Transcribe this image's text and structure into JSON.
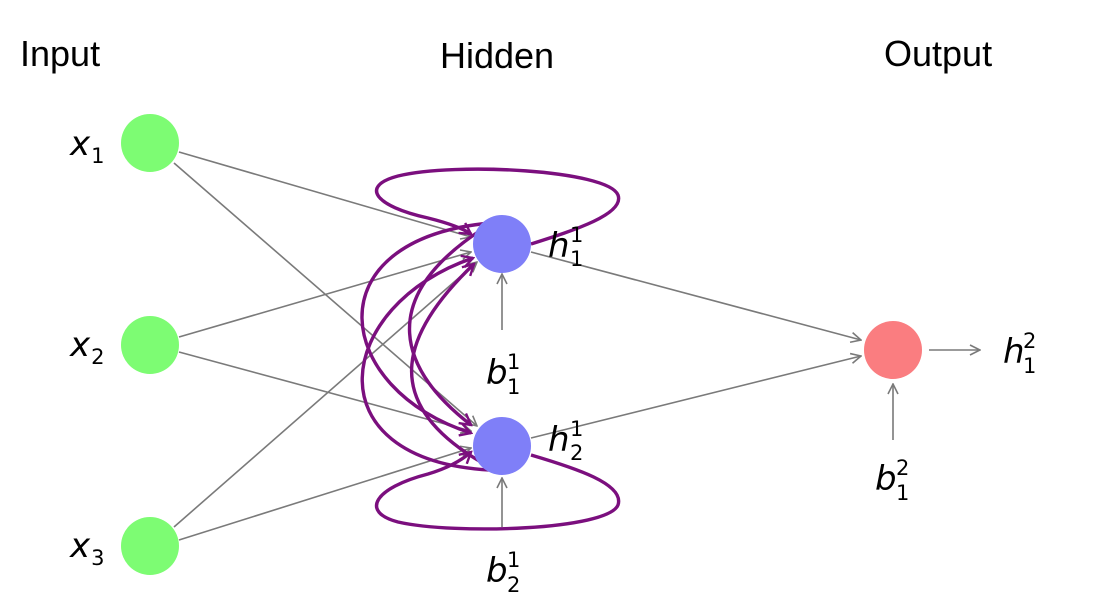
{
  "layers": {
    "input": "Input",
    "hidden": "Hidden",
    "output": "Output"
  },
  "labels": {
    "x1": {
      "base": "x",
      "sub": "1"
    },
    "x2": {
      "base": "x",
      "sub": "2"
    },
    "x3": {
      "base": "x",
      "sub": "3"
    },
    "h11": {
      "base": "h",
      "sup": "1",
      "sub": "1"
    },
    "h12": {
      "base": "h",
      "sup": "1",
      "sub": "2"
    },
    "h21": {
      "base": "h",
      "sup": "2",
      "sub": "1"
    },
    "b11": {
      "base": "b",
      "sup": "1",
      "sub": "1"
    },
    "b12": {
      "base": "b",
      "sup": "1",
      "sub": "2"
    },
    "b21": {
      "base": "b",
      "sup": "2",
      "sub": "1"
    }
  },
  "colors": {
    "input_node": "#7dfc73",
    "hidden_node": "#7f7ff8",
    "output_node": "#fa7d80",
    "edge": "#7a7a7a",
    "recurrent_edge": "#7b0f7e"
  }
}
